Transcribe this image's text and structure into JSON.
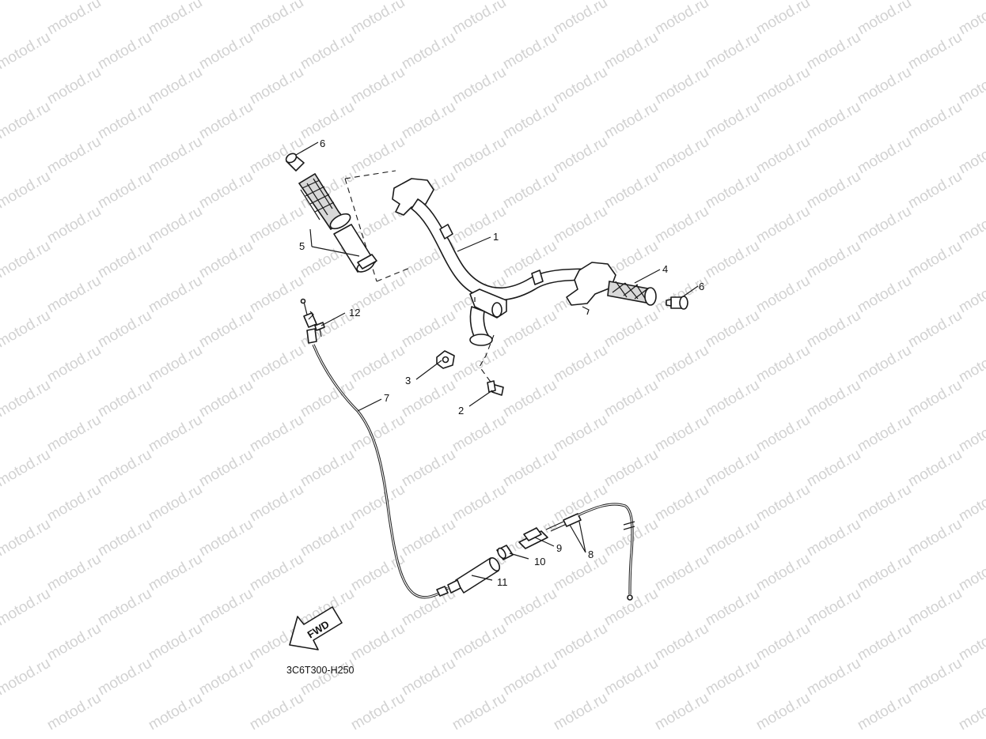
{
  "watermark": {
    "text": "motod.ru"
  },
  "callouts": [
    {
      "id": "1",
      "part": "handlebar"
    },
    {
      "id": "2",
      "part": "bolt"
    },
    {
      "id": "3",
      "part": "nut"
    },
    {
      "id": "4",
      "part": "grip-right"
    },
    {
      "id": "5",
      "part": "grip-left-and-throttle-tube"
    },
    {
      "id": "6",
      "part": "bar-end-weight-left"
    },
    {
      "id": "6",
      "part": "bar-end-weight-right"
    },
    {
      "id": "7",
      "part": "throttle-cable"
    },
    {
      "id": "8",
      "part": "cable-assembly"
    },
    {
      "id": "9",
      "part": "cable-holder"
    },
    {
      "id": "10",
      "part": "cable-sleeve"
    },
    {
      "id": "11",
      "part": "cable-boot"
    },
    {
      "id": "12",
      "part": "adjuster-screw"
    }
  ],
  "direction_label": "FWD",
  "diagram_code": "3C6T300-H250",
  "colors": {
    "ink": "#1a1a1a",
    "watermark": "#d2d2d2",
    "background": "#ffffff"
  }
}
